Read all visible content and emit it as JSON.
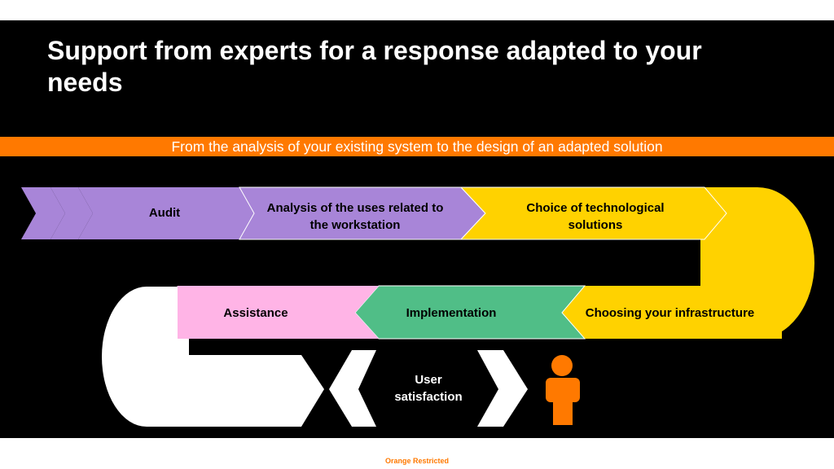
{
  "title": "Support from experts for a response adapted to your needs",
  "banner": "From the analysis of your existing system to the design of an adapted solution",
  "steps": {
    "audit": "Audit",
    "analysis": "Analysis of the uses related to the workstation",
    "choice": "Choice of technological solutions",
    "infrastructure": "Choosing your infrastructure",
    "implementation": "Implementation",
    "assistance": "Assistance",
    "satisfaction": "User satisfaction"
  },
  "footer": "Orange Restricted",
  "colors": {
    "orange": "#ff7900",
    "purple": "#a885d8",
    "yellow": "#ffd200",
    "green": "#50be87",
    "pink": "#ffb4e6",
    "white": "#ffffff",
    "black": "#000000"
  },
  "icons": [
    "chevron-arrow-icon",
    "user-person-icon"
  ]
}
